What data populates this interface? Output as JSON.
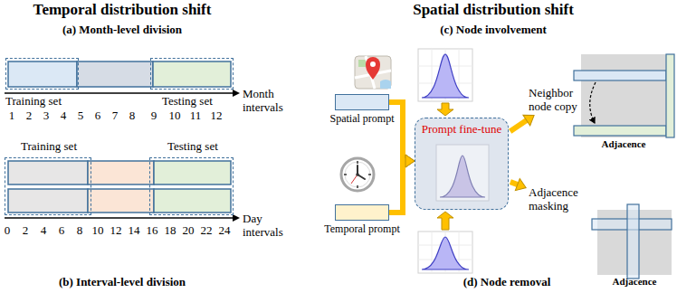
{
  "diagram": {
    "nodes": [
      {
        "text": [
          "Training set"
        ]
      },
      {
        "text": [
          "Testing set"
        ]
      },
      {
        "text": [
          "Training set"
        ]
      },
      {
        "text": [
          "Testing set"
        ]
      },
      {
        "text": [
          "Spatial prompt"
        ]
      },
      {
        "text": [
          "Temporal prompt"
        ]
      },
      {
        "text": [
          "Prompt fine-tune"
        ]
      },
      {
        "text": [
          "Neighbor node copy"
        ]
      },
      {
        "text": [
          "Adjacence"
        ]
      },
      {
        "text": [
          "Adjacence masking"
        ]
      },
      {
        "text": [
          "Adjacence"
        ]
      }
    ],
    "edges": [
      {
        "from": 4,
        "to": 6,
        "arrow": "to"
      },
      {
        "from": 5,
        "to": 6,
        "arrow": "to"
      },
      {
        "from": 6,
        "to": 7,
        "arrow": "to"
      },
      {
        "from": 6,
        "to": 9,
        "arrow": "to"
      }
    ],
    "labels": [
      "Temporal distribution shift",
      "(a) Month-level division",
      "Month intervals",
      "1",
      "2",
      "3",
      "4",
      "5",
      "6",
      "7",
      "8",
      "9",
      "10",
      "11",
      "12",
      "(b) Interval-level division",
      "Day intervals",
      "0",
      "2",
      "4",
      "6",
      "8",
      "10",
      "12",
      "14",
      "16",
      "18",
      "20",
      "22",
      "24",
      "Spatial distribution shift",
      "(c) Node involvement",
      "(d) Node removal"
    ]
  }
}
